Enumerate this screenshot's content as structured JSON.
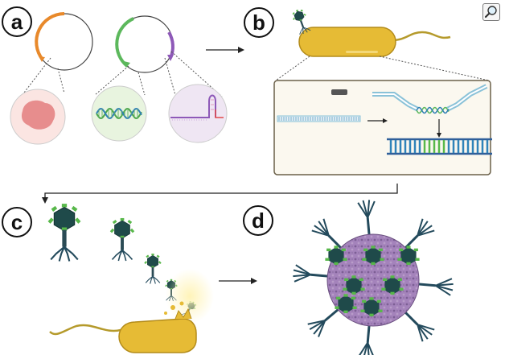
{
  "panels": [
    {
      "id": "a",
      "label": "a"
    },
    {
      "id": "b",
      "label": "b"
    },
    {
      "id": "c",
      "label": "c"
    },
    {
      "id": "d",
      "label": "d"
    }
  ],
  "icons": {
    "zoom": "magnifier-zoom-icon"
  },
  "colors": {
    "plasmid_orange": "#e8892b",
    "plasmid_green": "#5cb85c",
    "plasmid_purple": "#8e59b8",
    "bacterium_body": "#e6bb35",
    "bacterium_outline": "#b38b1a",
    "flagellum": "#b59a2b",
    "phage_head": "#1f4a4a",
    "phage_fiber": "#234a5c",
    "phage_green": "#58b84a",
    "protein_pink": "#e78d8d",
    "circle_pink_bg": "#fbe5e2",
    "circle_green_bg": "#e8f4df",
    "circle_purple_bg": "#efe6f3",
    "inset_bg": "#fbf8ef",
    "inset_border": "#6b6049",
    "dna_blue": "#2f83b9",
    "dna_light": "#8ac2d8",
    "nanoparticle": "#9b7cb3"
  }
}
